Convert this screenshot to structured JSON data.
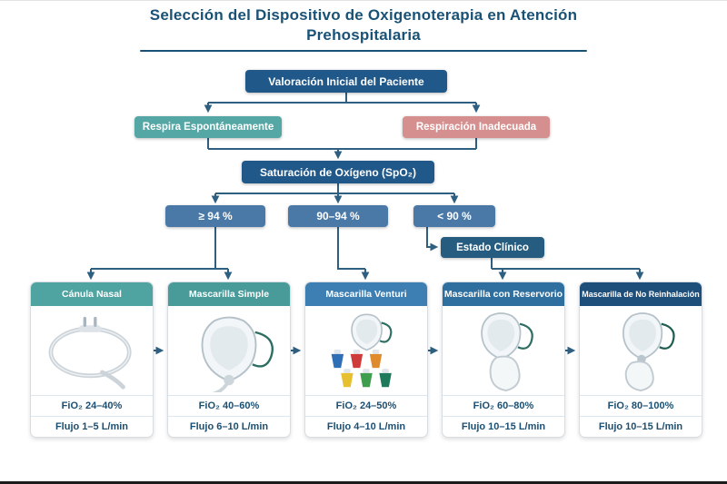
{
  "title": {
    "line1": "Selección del Dispositivo de Oxigenoterapia en Atención",
    "line2": "Prehospitalaria"
  },
  "flowchart": {
    "initial_assessment": "Valoración Inicial del Paciente",
    "spontaneous_breathing": "Respira Espontáneamente",
    "inadequate_breathing": "Respiración Inadecuada",
    "oxygen_saturation": "Saturación de Oxígeno (SpO₂)",
    "sat_ge_94": "≥ 94 %",
    "sat_90_94": "90–94 %",
    "sat_lt_90": "< 90 %",
    "clinical_status": "Estado Clínico"
  },
  "devices": [
    {
      "name": "Cánula Nasal",
      "fio2": "FiO₂ 24–40%",
      "flujo": "Flujo 1–5 L/min",
      "header_color": "#4FA3A1"
    },
    {
      "name": "Mascarilla Simple",
      "fio2": "FiO₂ 40–60%",
      "flujo": "Flujo 6–10 L/min",
      "header_color": "#489B99"
    },
    {
      "name": "Mascarilla Venturi",
      "fio2": "FiO₂ 24–50%",
      "flujo": "Flujo 4–10 L/min",
      "header_color": "#3D7FB2"
    },
    {
      "name": "Mascarilla con Reservorio",
      "fio2": "FiO₂ 60–80%",
      "flujo": "Flujo 10–15 L/min",
      "header_color": "#2E6F9F"
    },
    {
      "name": "Mascarilla de No Reinhalación",
      "fio2": "FiO₂ 80–100%",
      "flujo": "Flujo 10–15 L/min",
      "header_color": "#1E4E7A"
    }
  ],
  "palette": {
    "title_text": "#1A5276",
    "dark_blue_box": "#20588A",
    "teal_box": "#54A7A4",
    "rose_box": "#D68F8F",
    "steel_blue_box": "#4A79A8",
    "clinical_box": "#265C80",
    "connector": "#2E5F80",
    "value_text": "#1B4F72"
  }
}
